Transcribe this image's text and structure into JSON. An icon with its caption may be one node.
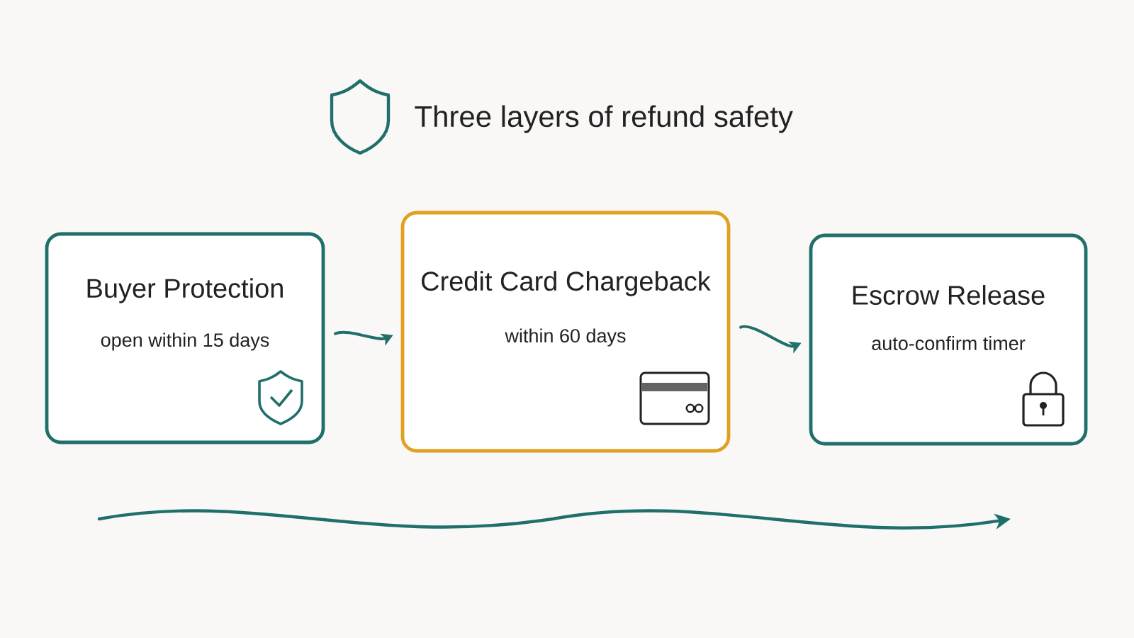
{
  "diagram": {
    "title": "Three layers of refund safety",
    "nodes": [
      {
        "text": [
          "Buyer Protection",
          "open within 15 days"
        ]
      },
      {
        "text": [
          "Credit Card Chargeback",
          "within 60 days"
        ]
      },
      {
        "text": [
          "Escrow Release",
          "auto-confirm timer"
        ]
      }
    ],
    "edges": [
      {
        "from": 0,
        "to": 1,
        "arrow": "to"
      },
      {
        "from": 1,
        "to": 2,
        "arrow": "to"
      }
    ]
  }
}
